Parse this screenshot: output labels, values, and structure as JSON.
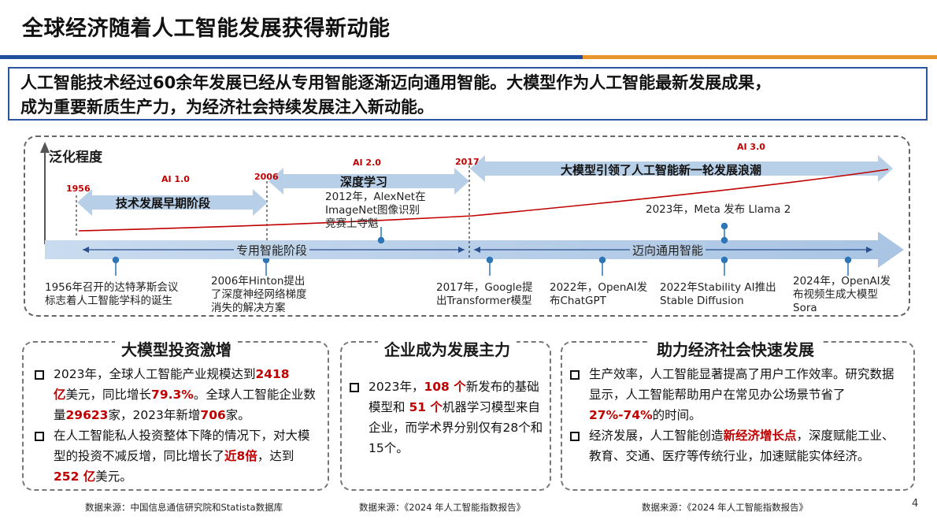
{
  "title": "全球经济随着人工智能发展获得新动能",
  "summary": {
    "line1": "人工智能技术经过60余年发展已经从专用智能逐渐迈向通用智能。大模型作为人工智能最新发展成果，",
    "line2": "成为重要新质生产力，为经济社会持续发展注入新动能。"
  },
  "timeline": {
    "y_axis_label": "泛化程度",
    "phases": [
      {
        "ai_label": "AI 1.0",
        "year": "1956",
        "name": "技术发展早期阶段"
      },
      {
        "ai_label": "AI 2.0",
        "year": "2006",
        "name": "深度学习"
      },
      {
        "ai_label": "AI 3.0",
        "year": "2017",
        "name": "大模型引领了人工智能新一轮发展浪潮"
      }
    ],
    "stages": [
      "专用智能阶段",
      "迈向通用智能"
    ],
    "events_above": [
      {
        "lines": [
          "2012年，AlexNet在",
          "ImageNet图像识别",
          "竞赛上夺魁"
        ]
      },
      {
        "lines": [
          "2023年，Meta 发布 Llama 2"
        ]
      }
    ],
    "events_below": [
      {
        "lines": [
          "1956年召开的达特茅斯会议",
          "标志着人工智能学科的诞生"
        ]
      },
      {
        "lines": [
          "2006年Hinton提出",
          "了深度神经网络梯度",
          "消失的解决方案"
        ]
      },
      {
        "lines": [
          "2017年，Google提",
          "出Transformer模型"
        ]
      },
      {
        "lines": [
          "2022年，OpenAI发",
          "布ChatGPT"
        ]
      },
      {
        "lines": [
          "2022年Stability AI推出",
          "Stable Diffusion"
        ]
      },
      {
        "lines": [
          "2024年，OpenAI发",
          "布视频生成大模型",
          "Sora"
        ]
      }
    ]
  },
  "sections": [
    {
      "title": "大模型投资激增",
      "source": "数据来源：中国信息通信研究院和Statista数据库"
    },
    {
      "title": "企业成为发展主力",
      "source": "数据来源：《2024 年人工智能指数报告》"
    },
    {
      "title": "助力经济社会快速发展",
      "source": "数据来源：《2024 年人工智能指数报告》"
    }
  ],
  "bullets": {
    "s1b1": [
      "2023年，全球人工智能产业规模达到",
      "2418",
      "亿",
      "美元，同比增长",
      "79.3%",
      "。全球人工智能企业数量",
      "29623",
      "家，2023年新增",
      "706",
      "家。"
    ],
    "s1b2": [
      "在人工智能私人投资整体下降的情况下，对大模型的投资不减反增，同比增长了",
      "近8倍",
      "，达到 ",
      "252 亿",
      "美元。"
    ],
    "s2b1": [
      "2023年，",
      "108 个",
      "新发布的基础模型和 ",
      "51 个",
      "机器学习模型来自企业，而学术界分别仅有28个和15个。"
    ],
    "s3b1": [
      "生产效率，人工智能显著提高了用户工作效率。研究数据显示，人工智能帮助用户在常见办公场景节省了",
      "27%-74%",
      "的时间。"
    ],
    "s3b2": [
      "经济发展，人工智能创造",
      "新经济增长点",
      "，深度赋能工业、教育、交通、医疗等传统行业，加速赋能实体经济。"
    ]
  },
  "page_number": "4",
  "colors": {
    "accent_blue": "#1f4e9c",
    "accent_orange": "#e8952c",
    "highlight_red": "#c00000",
    "arrow_light_blue": "#b8cfe8"
  }
}
